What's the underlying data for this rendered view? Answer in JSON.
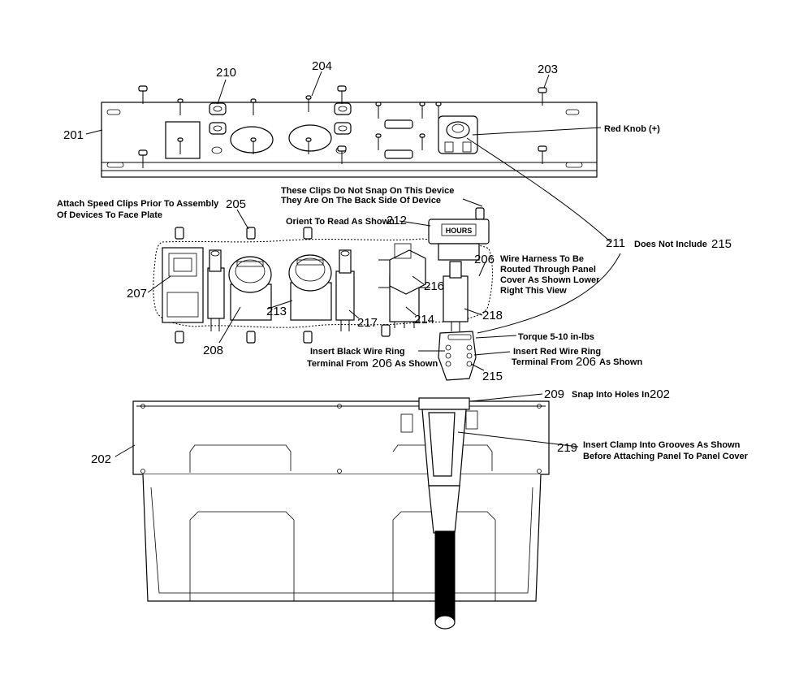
{
  "callouts": {
    "c201": "201",
    "c202": "202",
    "c203": "203",
    "c204": "204",
    "c205": "205",
    "c206": "206",
    "c207": "207",
    "c208": "208",
    "c209": "209",
    "c210": "210",
    "c211": "211",
    "c212": "212",
    "c213": "213",
    "c214": "214",
    "c215": "215",
    "c216": "216",
    "c217": "217",
    "c218": "218",
    "c219": "219",
    "c206b": "206",
    "c206c": "206",
    "c215b": "215",
    "c202b": "202"
  },
  "notes": {
    "red_knob": "Red Knob (+)",
    "clips_line1": "These Clips Do Not Snap On This Device",
    "clips_line2": "They Are On The Back Side Of Device",
    "speed_line1": "Attach Speed Clips Prior To Assembly",
    "speed_line2": "Of Devices To Face Plate",
    "orient": "Orient To Read As Shown",
    "does_not_include": "Does Not Include",
    "harness_line1": "Wire Harness To Be",
    "harness_line2": "Routed Through Panel",
    "harness_line3": "Cover As Shown Lower",
    "harness_line4": "Right This View",
    "torque": "Torque 5-10 in-lbs",
    "black_line1": "Insert Black Wire Ring",
    "black_line2": "Terminal From",
    "black_line3": "As Shown",
    "red_line1": "Insert Red Wire Ring",
    "red_line2": "Terminal From",
    "red_line3": "As Shown",
    "snap": "Snap Into Holes In",
    "clamp_line1": "Insert Clamp Into Grooves As Shown",
    "clamp_line2": "Before Attaching Panel To Panel Cover",
    "hours": "HOURS"
  }
}
